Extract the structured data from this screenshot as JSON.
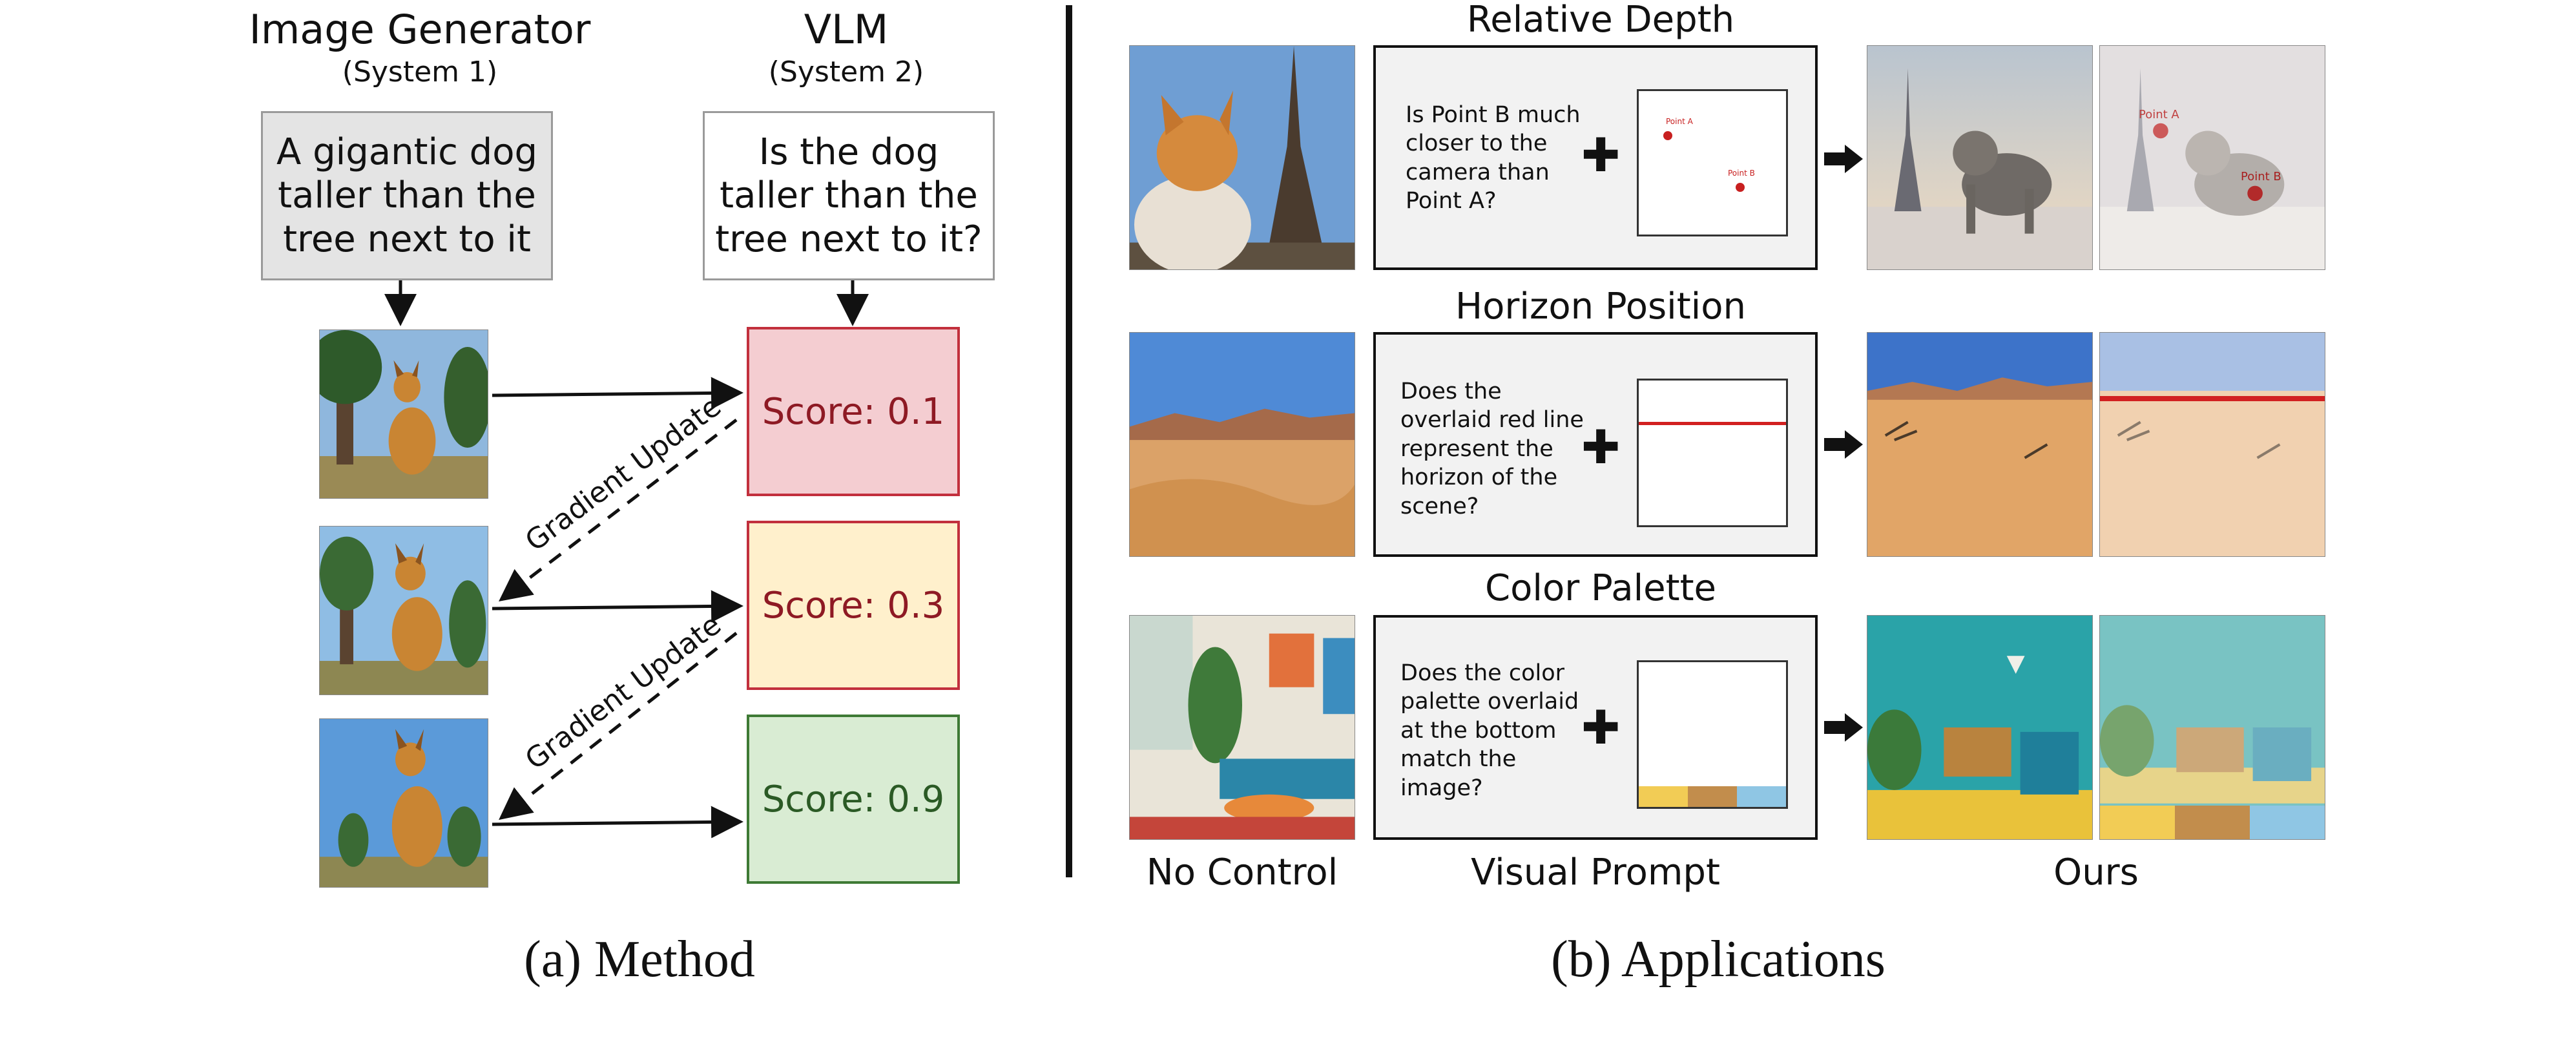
{
  "method": {
    "generator_title": "Image Generator",
    "generator_sub": "(System 1)",
    "vlm_title": "VLM",
    "vlm_sub": "(System 2)",
    "generator_prompt": "A gigantic dog taller than the tree next to it",
    "vlm_question": "Is the dog taller than the tree next to it?",
    "scores": [
      "Score: 0.1",
      "Score: 0.3",
      "Score: 0.9"
    ],
    "gradient_label": "Gradient Update",
    "caption": "(a) Method"
  },
  "applications": {
    "rows": [
      {
        "title": "Relative Depth",
        "question": "Is Point B much closer to the camera than Point A?",
        "point_a_label": "Point A",
        "point_b_label": "Point B"
      },
      {
        "title": "Horizon Position",
        "question": "Does the overlaid red line represent the horizon of the scene?"
      },
      {
        "title": "Color Palette",
        "question": "Does the color palette overlaid at the bottom match the image?",
        "palette": [
          "#f2cc55",
          "#c28d4c",
          "#8fc6e4"
        ]
      }
    ],
    "col_no_control": "No Control",
    "col_visual_prompt": "Visual Prompt",
    "col_ours": "Ours",
    "caption": "(b) Applications"
  },
  "colors": {
    "score_low_fill": "#f4cdd1",
    "score_low_border": "#c2303d",
    "score_low_text": "#8e1a24",
    "score_mid_fill": "#fff0cc",
    "score_mid_border": "#c2303d",
    "score_mid_text": "#8e1a24",
    "score_high_fill": "#d9ecd3",
    "score_high_border": "#3e7a35",
    "score_high_text": "#2b5a25",
    "overlay_red": "#d22020"
  }
}
